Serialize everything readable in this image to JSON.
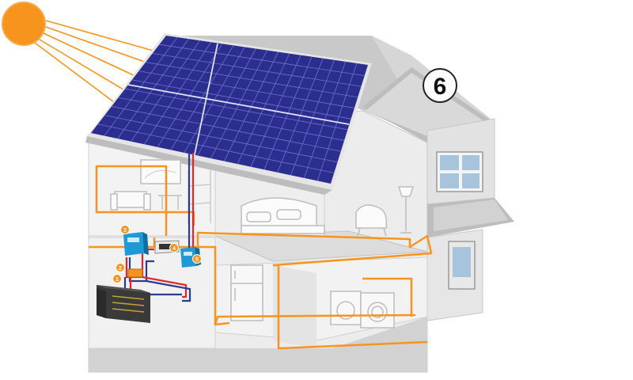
{
  "diagram": {
    "badge": "6",
    "components": [
      {
        "id": "battery",
        "number": "1"
      },
      {
        "id": "fuse",
        "number": "2"
      },
      {
        "id": "charge-controller",
        "number": "3"
      },
      {
        "id": "meter",
        "number": "4"
      },
      {
        "id": "inverter",
        "number": "5"
      }
    ]
  },
  "colors": {
    "sun": "#f7941d",
    "rays": "#f7941d",
    "panel": "#2b2e8f",
    "wire_ac": "#f7941d",
    "wire_positive": "#e0262b",
    "wire_negative": "#2b3d93",
    "device_blue": "#1e9ad6",
    "wall": "#e6e6e6",
    "roof": "#cfcfcf"
  },
  "icons": [
    "sun-icon",
    "solar-panel",
    "battery-icon",
    "charge-controller-icon",
    "inverter-icon",
    "meter-icon",
    "fridge-icon",
    "washer-icon",
    "dryer-icon",
    "bed-icon",
    "sofa-icon",
    "armchair-icon",
    "lamp-icon",
    "tv-icon",
    "table-icon"
  ]
}
